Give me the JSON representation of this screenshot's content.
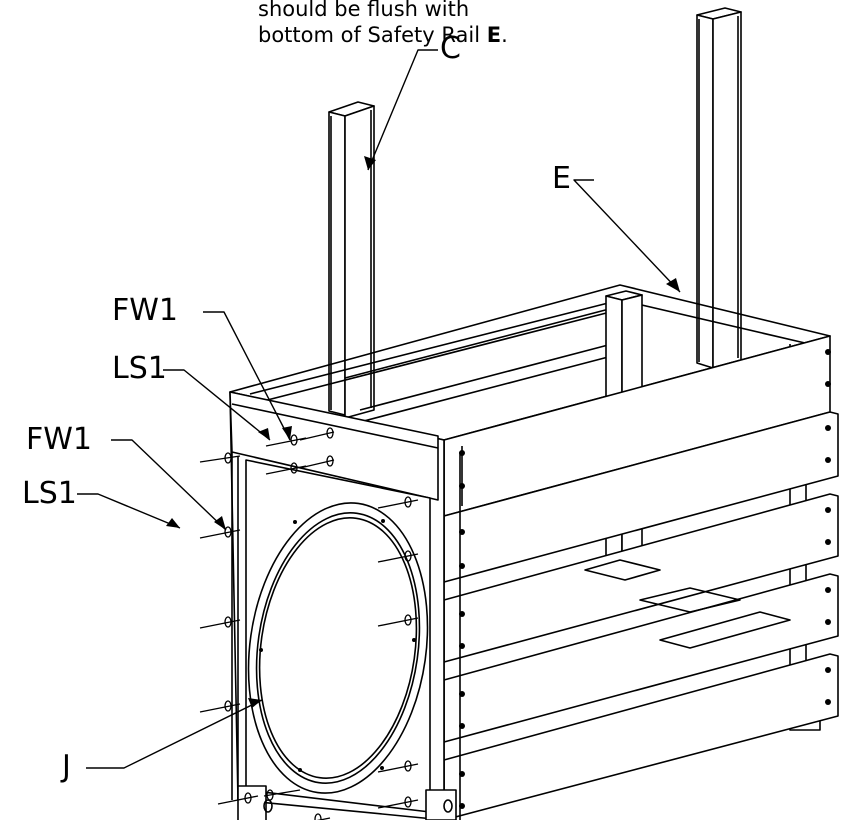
{
  "note": {
    "line1": "should be flush with",
    "line2_prefix": "bottom of Safety Rail ",
    "line2_bold": "E",
    "line2_suffix": "."
  },
  "callouts": {
    "c": "C",
    "e": "E",
    "fw1_top": "FW1",
    "ls1_top": "LS1",
    "fw1_side": "FW1",
    "ls1_side": "LS1",
    "j": "J"
  }
}
